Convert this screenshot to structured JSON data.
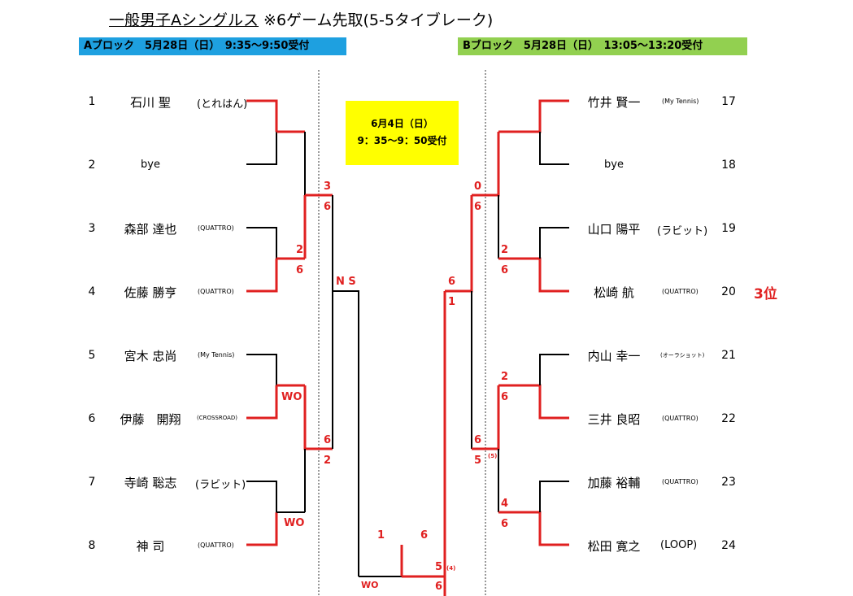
{
  "title": {
    "main": "一般男子Aシングルス",
    "note": "※6ゲーム先取(5-5タイブレーク)"
  },
  "blocks": {
    "a_header": "Aブロック　5月28日（日）　9:35～9:50受付",
    "b_header": "Bブロック　5月28日（日）　13:05～13:20受付"
  },
  "final_notice": {
    "date": "6月4日（日）",
    "time": "9：35～9：50受付"
  },
  "players_left": [
    {
      "seed": "1",
      "name": "石川 聖",
      "team": "(とれはん)"
    },
    {
      "seed": "2",
      "name": "bye",
      "team": ""
    },
    {
      "seed": "3",
      "name": "森部 達也",
      "team": "(QUATTRO)"
    },
    {
      "seed": "4",
      "name": "佐藤 勝亨",
      "team": "(QUATTRO)"
    },
    {
      "seed": "5",
      "name": "宮木 忠尚",
      "team": "(My Tennis)"
    },
    {
      "seed": "6",
      "name": "伊藤　開翔",
      "team": "(CROSSROAD)"
    },
    {
      "seed": "7",
      "name": "寺崎 聡志",
      "team": "(ラビット)"
    },
    {
      "seed": "8",
      "name": "神 司",
      "team": "(QUATTRO)"
    }
  ],
  "players_right": [
    {
      "seed": "17",
      "name": "竹井 賢一",
      "team": "(My Tennis)"
    },
    {
      "seed": "18",
      "name": "bye",
      "team": ""
    },
    {
      "seed": "19",
      "name": "山口 陽平",
      "team": "(ラビット)"
    },
    {
      "seed": "20",
      "name": "松崎 航",
      "team": "(QUATTRO)"
    },
    {
      "seed": "21",
      "name": "内山 幸一",
      "team": "(オーラショット)"
    },
    {
      "seed": "22",
      "name": "三井 良昭",
      "team": "(QUATTRO)"
    },
    {
      "seed": "23",
      "name": "加藤 裕輔",
      "team": "(QUATTRO)"
    },
    {
      "seed": "24",
      "name": "松田 寛之",
      "team": "(LOOP)"
    }
  ],
  "scores": {
    "l_r1_a": "2",
    "l_r1_b": "6",
    "l_r1_c": "WO",
    "l_r1_d": "WO",
    "l_r2_a": "3",
    "l_r2_b": "6",
    "l_r2_c": "6",
    "l_r2_d": "2",
    "l_semi": "N S",
    "r_r1_a": "2",
    "r_r1_b": "6",
    "r_r1_c": "2",
    "r_r1_d": "6",
    "r_r1_e": "4",
    "r_r1_f": "6",
    "r_r2_a": "0",
    "r_r2_b": "6",
    "r_r2_c": "6",
    "r_r2_d": "5",
    "r_r2_tb": "(5)",
    "r_semi_a": "6",
    "r_semi_b": "1",
    "final_l1": "1",
    "final_l2": "6",
    "final_wo": "WO",
    "final_r5": "5",
    "final_r5_tb": "(4)",
    "final_r6": "6"
  },
  "place_label": "3位",
  "colors": {
    "block_a": "#1ea0e0",
    "block_b": "#92d050",
    "winner_line": "#e02020",
    "notice_bg": "#ffff00"
  }
}
